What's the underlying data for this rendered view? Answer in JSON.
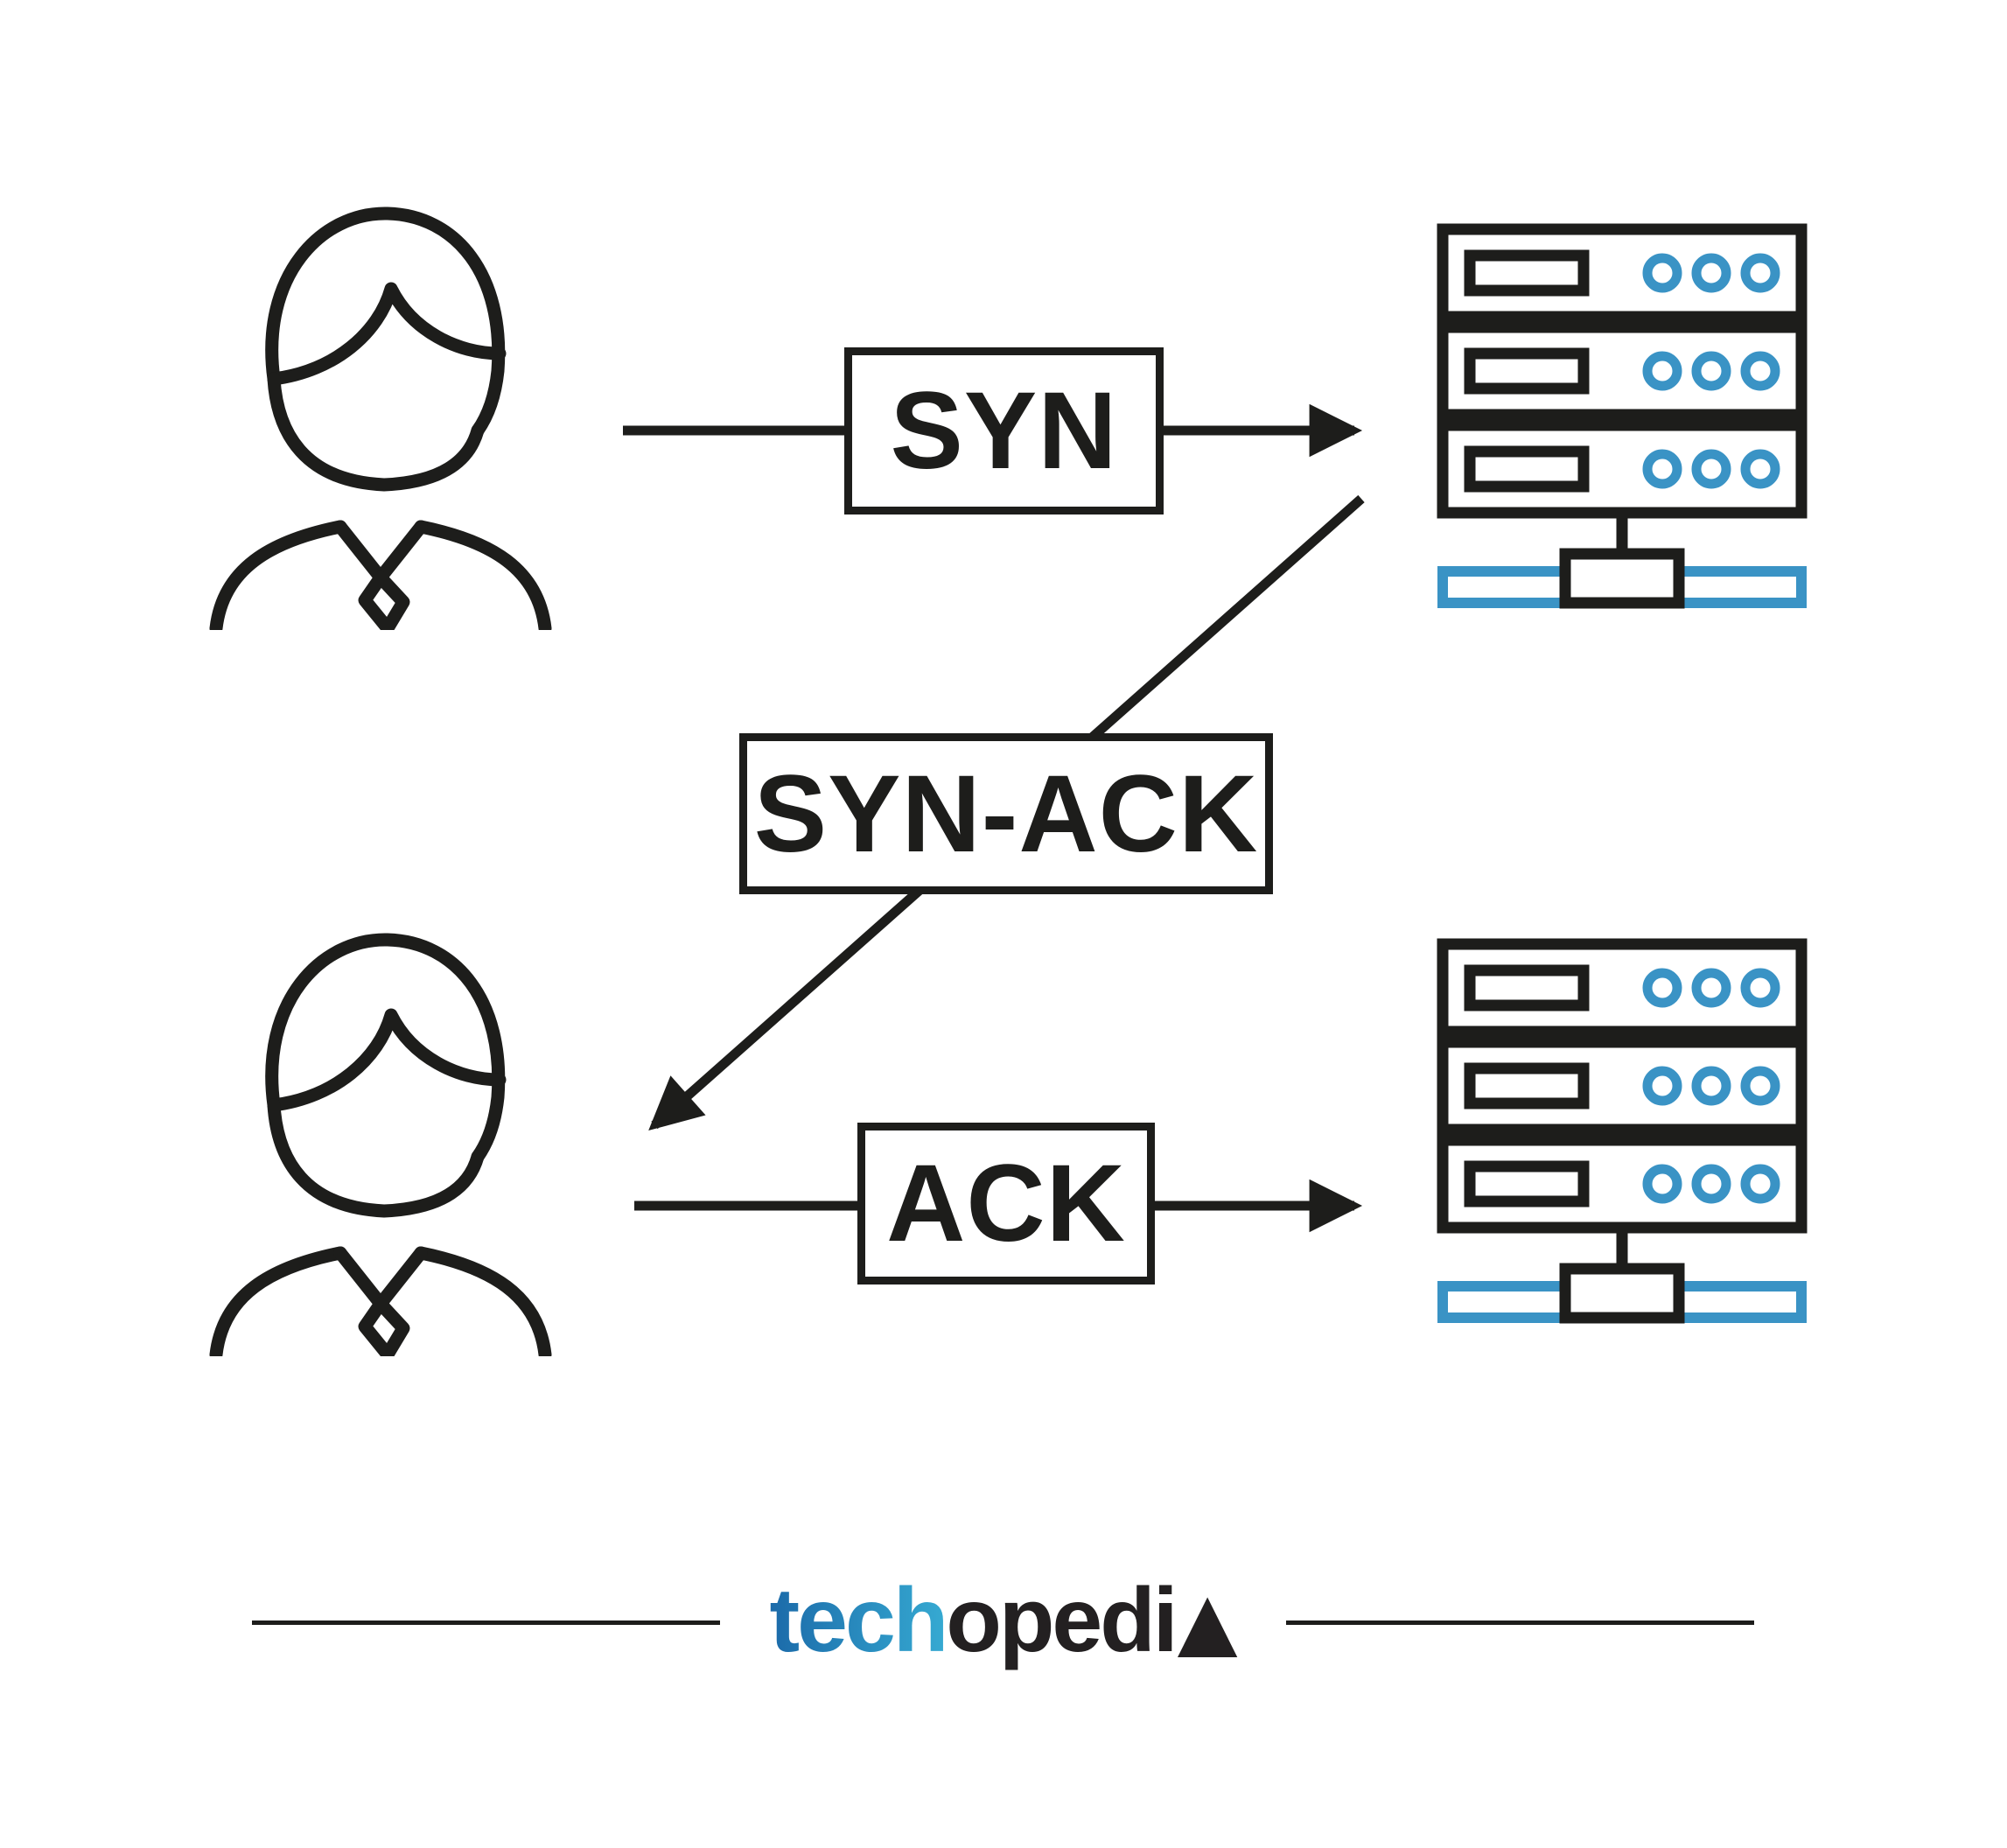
{
  "labels": {
    "syn": "SYN",
    "syn_ack": "SYN-ACK",
    "ack": "ACK"
  },
  "logo": {
    "part_blue": "tech",
    "part_dark": "opedi",
    "triangle": "▲"
  },
  "icons": {
    "client": "person-icon",
    "server": "server-stack-icon",
    "arrowhead": "arrowhead-icon"
  },
  "colors": {
    "outline": "#1d1d1b",
    "accent": "#3a93c5",
    "background": "#ffffff",
    "logo_blue_start": "#1b6aa9",
    "logo_blue_end": "#36aad2",
    "logo_dark": "#232021"
  }
}
